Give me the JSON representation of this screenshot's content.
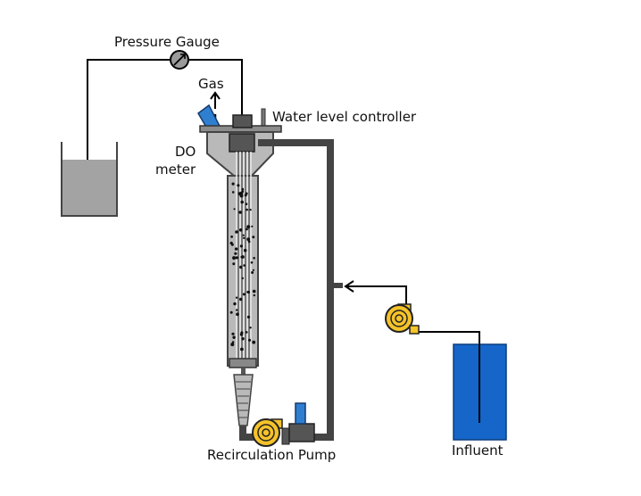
{
  "labels": {
    "pressure_gauge": "Pressure Gauge",
    "gas": "Gas",
    "water_level_controller": "Water level controller",
    "do_meter_line1": "DO",
    "do_meter_line2": "meter",
    "recirculation_pump": "Recirculation Pump",
    "influent": "Influent"
  },
  "colors": {
    "pipe": "#444444",
    "reactor_fill": "#b9b9b9",
    "reservoir_water": "#a3a3a3",
    "influent_tank": "#1566c8",
    "pump": "#f5c32a",
    "do_probe": "#2f7fd1",
    "membrane": "#e8e8e8",
    "particles": "#111111"
  }
}
